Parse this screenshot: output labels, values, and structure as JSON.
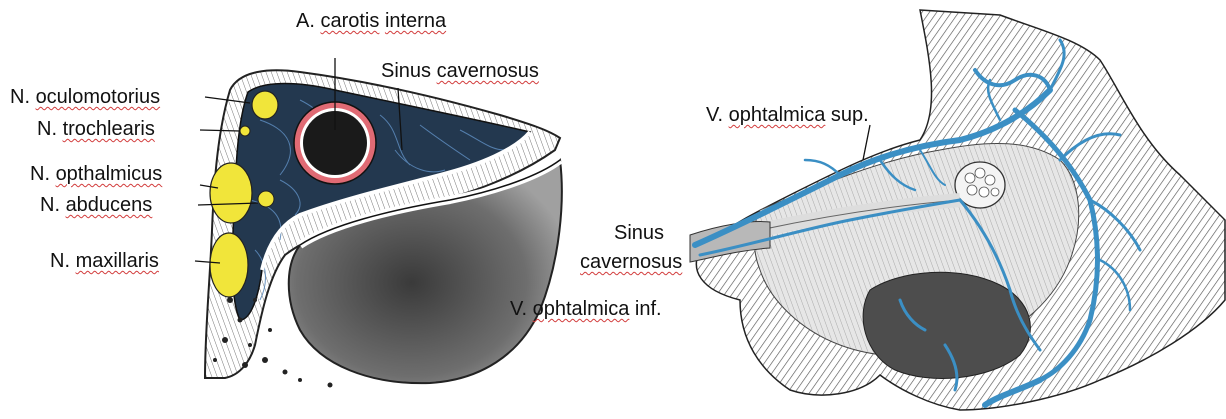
{
  "left_panel": {
    "labels": [
      {
        "id": "carotis",
        "prefix": "A.",
        "term": "carotis",
        "suffix": "interna"
      },
      {
        "id": "sinus",
        "prefix": "Sinus",
        "term": "cavernosus",
        "suffix": ""
      },
      {
        "id": "oculomotorius",
        "prefix": "N.",
        "term": "oculomotorius",
        "suffix": ""
      },
      {
        "id": "trochlearis",
        "prefix": "N.",
        "term": "trochlearis",
        "suffix": ""
      },
      {
        "id": "opthalmicus",
        "prefix": "N.",
        "term": "opthalmicus",
        "suffix": ""
      },
      {
        "id": "abducens",
        "prefix": "N.",
        "term": "abducens",
        "suffix": ""
      },
      {
        "id": "maxillaris",
        "prefix": "N.",
        "term": "maxillaris",
        "suffix": ""
      }
    ]
  },
  "right_panel": {
    "labels": [
      {
        "id": "ophtalmica_sup",
        "prefix": "V.",
        "term": "ophtalmica",
        "suffix": "sup."
      },
      {
        "id": "sinus_line1",
        "prefix": "",
        "term": "",
        "suffix": "Sinus"
      },
      {
        "id": "sinus_line2",
        "prefix": "",
        "term": "cavernosus",
        "suffix": ""
      },
      {
        "id": "ophtalmica_inf",
        "prefix": "V.",
        "term": "ophtalmica",
        "suffix": "inf."
      }
    ]
  },
  "colors": {
    "sinus_fill": "#23384f",
    "nerve_yellow": "#f1e53a",
    "artery_ring": "#e06a74",
    "vein_blue": "#3b8fc4",
    "bone_gray": "#6d6d6d",
    "underline": "#d23c3c"
  }
}
